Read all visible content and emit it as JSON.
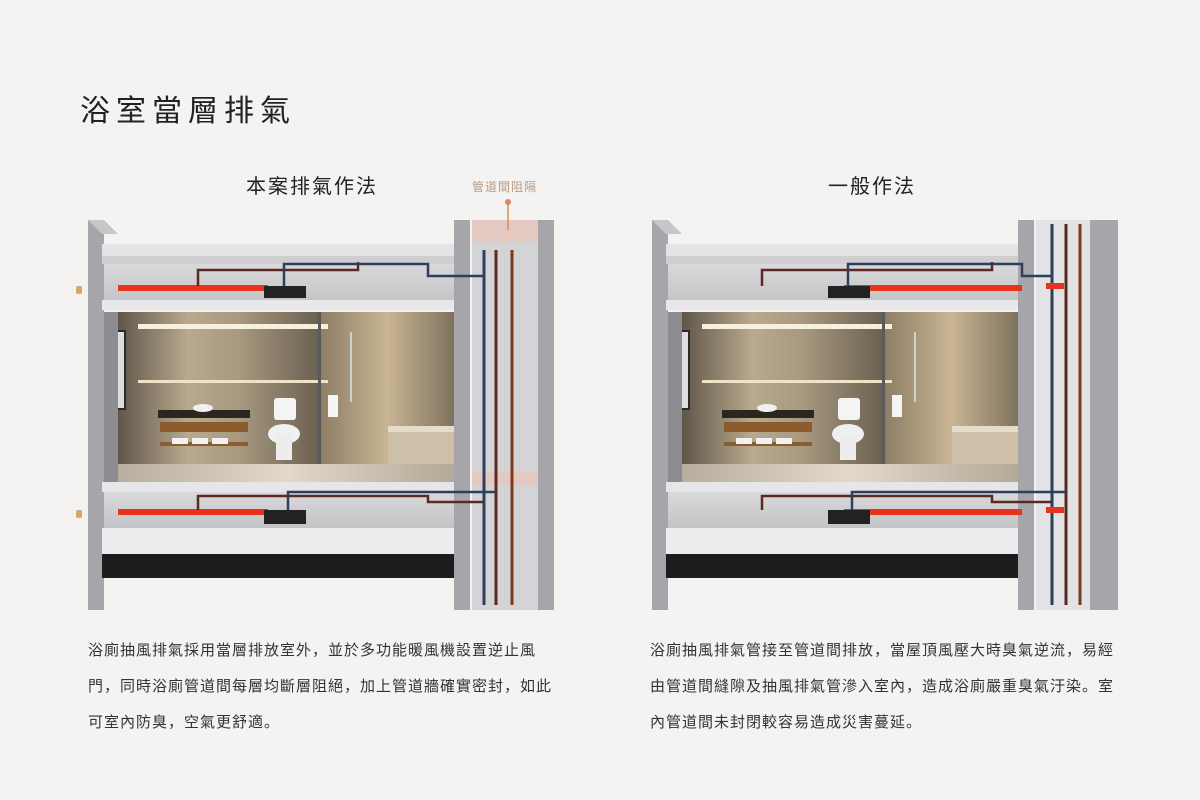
{
  "page_title": "浴室當層排氣",
  "left_panel": {
    "title": "本案排氣作法",
    "callout": "管道間阻隔",
    "description": "浴廁抽風排氣採用當層排放室外，並於多功能暖風機設置逆止風門，同時浴廁管道間每層均斷層阻絕，加上管道牆確實密封，如此可室內防臭，空氣更舒適。"
  },
  "right_panel": {
    "title": "一般作法",
    "description": "浴廁抽風排氣管接至管道間排放，當屋頂風壓大時臭氣逆流，易經由管道間縫隙及抽風排氣管滲入室內，造成浴廁嚴重臭氣汙染。室內管道間未封閉較容易造成災害蔓延。"
  },
  "colors": {
    "exhaust_pipe": "#e8321e",
    "drain_pipe_dark": "#5a2a22",
    "water_pipe_blue": "#2d3f5c",
    "pipe_brown": "#7a3b1e",
    "callout_line": "#d88a5a",
    "slab": "#d7d7d9",
    "wall": "#a9a9ad"
  }
}
